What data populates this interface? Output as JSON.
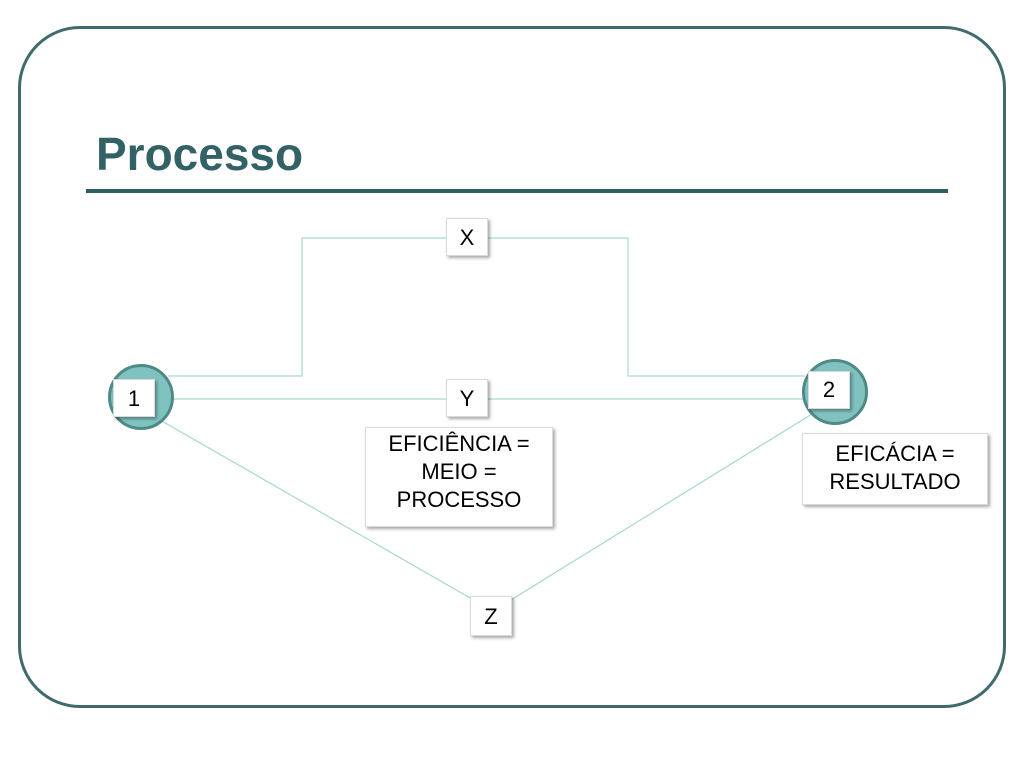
{
  "title": "Processo",
  "diagram": {
    "node_start": "1",
    "node_end": "2",
    "path_top": "X",
    "path_middle": "Y",
    "path_bottom": "Z",
    "efficiency_note": [
      "EFICIÊNCIA =",
      "MEIO =",
      "PROCESSO"
    ],
    "efficacy_note": [
      "EFICÁCIA =",
      "RESULTADO"
    ]
  },
  "colors": {
    "frame": "#3f6a6e",
    "title": "#336266",
    "rule": "#2f5e62",
    "node_fill": "#80c2c0",
    "node_border": "#4e8a87",
    "connector": "#a8d6d4"
  }
}
